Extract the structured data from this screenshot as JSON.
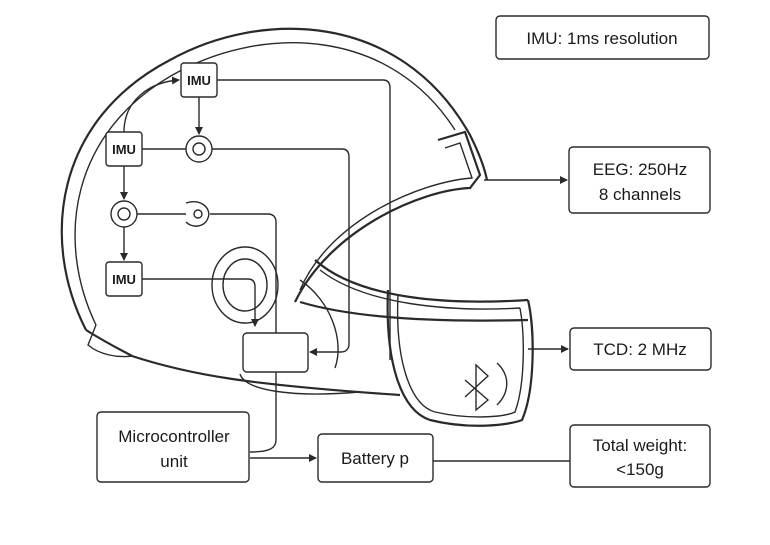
{
  "callouts": {
    "imu_resolution": "IMU: 1ms resolution",
    "eeg_line1": "EEG: 250Hz",
    "eeg_line2": "8 channels",
    "tcd": "TCD: 2 MHz",
    "weight_line1": "Total weight:",
    "weight_line2": "<150g"
  },
  "components": {
    "imu_label": "IMU",
    "mcu_line1": "Microcontroller",
    "mcu_line2": "unit",
    "battery": "Battery p"
  },
  "icons": [
    "helmet-outline",
    "sensor-ring-icon",
    "bluetooth-icon",
    "signal-wave-icon",
    "arrow-icon"
  ],
  "colors": {
    "stroke": "#2a2a2a",
    "background": "#ffffff"
  }
}
